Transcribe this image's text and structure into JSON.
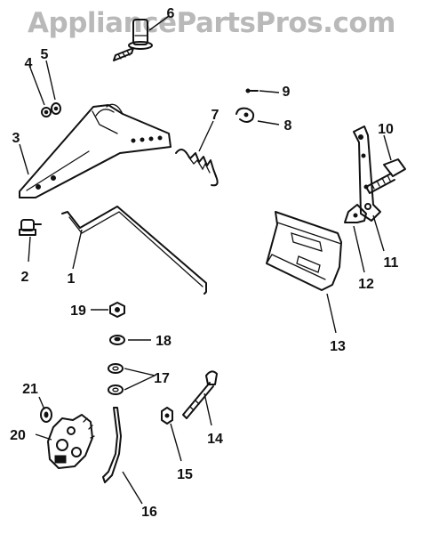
{
  "watermark": "AppliancePartsPros.com",
  "callouts": {
    "c1": "1",
    "c2": "2",
    "c3": "3",
    "c4": "4",
    "c5": "5",
    "c6": "6",
    "c7": "7",
    "c8": "8",
    "c9": "9",
    "c10": "10",
    "c11": "11",
    "c12": "12",
    "c13": "13",
    "c14": "14",
    "c15": "15",
    "c16": "16",
    "c17": "17",
    "c18": "18",
    "c19": "19",
    "c20": "20",
    "c21": "21"
  }
}
